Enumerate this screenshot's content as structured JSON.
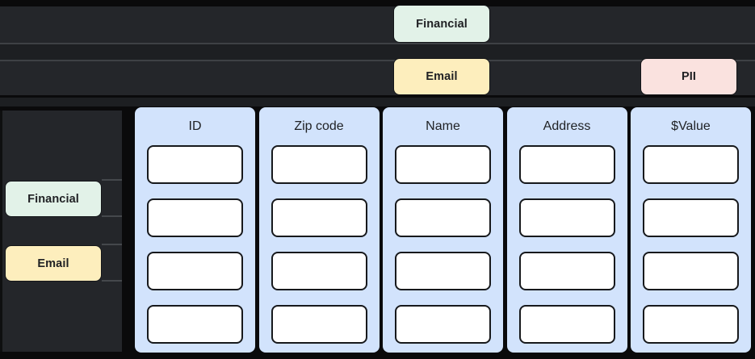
{
  "palette": {
    "background": "#0a0a0b",
    "bar": "#24262a",
    "bar_gap": "#1d1f22",
    "separator": "#3e4145",
    "panel": "#24262a",
    "column": "#d2e3fc",
    "cell": "#ffffff",
    "cell_border": "#17191c",
    "tag_text": "#202124",
    "financial_bg": "#e2f2e8",
    "email_bg": "#fdeebd",
    "pii_bg": "#fae2df"
  },
  "top_rows": {
    "row1": {
      "tags": [
        {
          "id": "financial",
          "label": "Financial"
        }
      ]
    },
    "row2": {
      "tags": [
        {
          "id": "email",
          "label": "Email"
        },
        {
          "id": "pii",
          "label": "PII"
        }
      ]
    }
  },
  "side_panel": {
    "tags": [
      {
        "id": "financial",
        "label": "Financial"
      },
      {
        "id": "email",
        "label": "Email"
      }
    ]
  },
  "table": {
    "columns": [
      {
        "label": "ID"
      },
      {
        "label": "Zip code"
      },
      {
        "label": "Name"
      },
      {
        "label": "Address"
      },
      {
        "label": "$Value"
      }
    ],
    "rows_per_column": 4
  }
}
